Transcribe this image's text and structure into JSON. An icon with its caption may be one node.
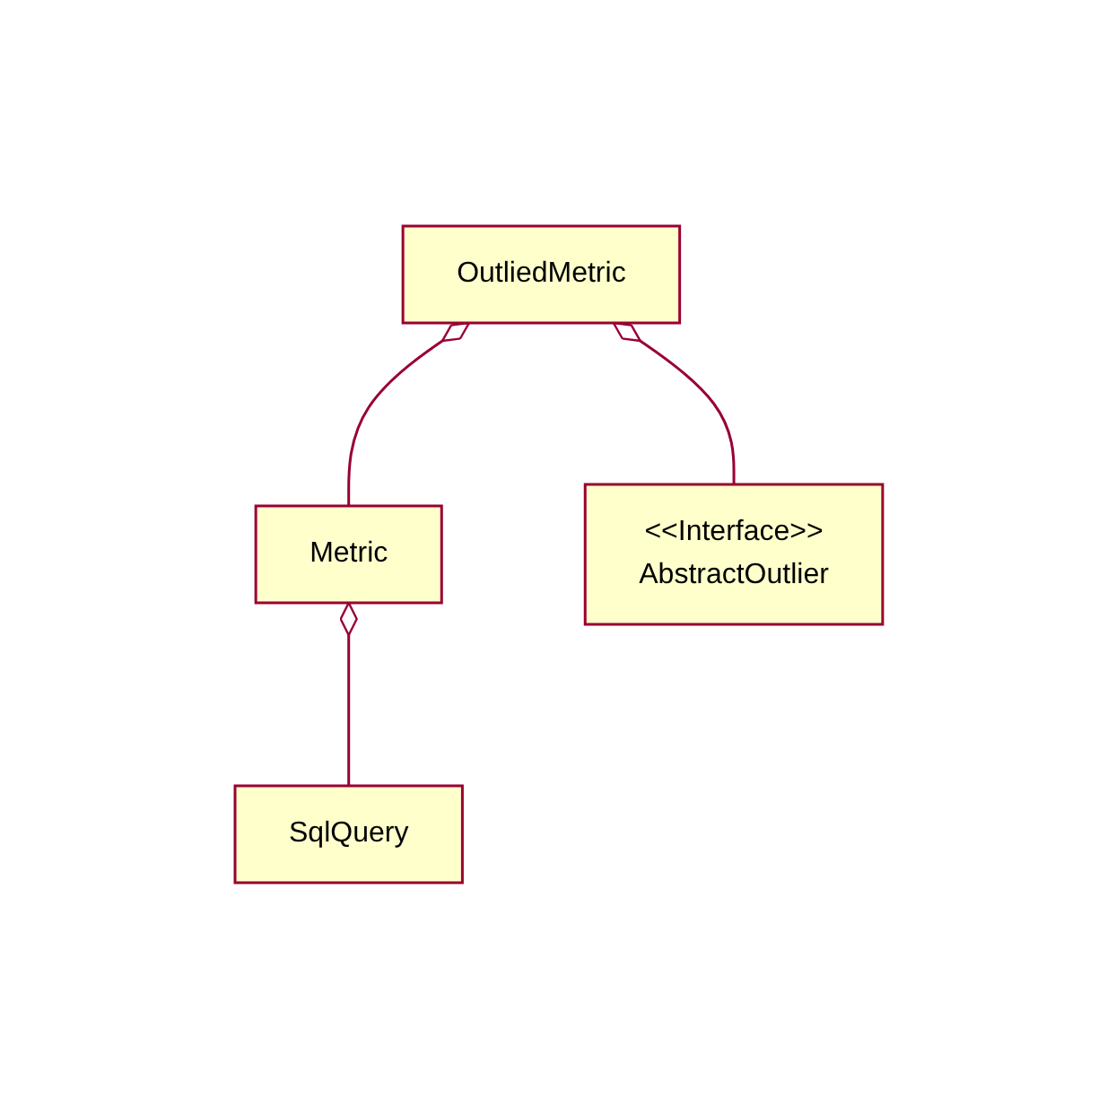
{
  "diagram": {
    "nodes": [
      {
        "text": [
          "OutliedMetric"
        ]
      },
      {
        "text": [
          "Metric"
        ]
      },
      {
        "text": [
          "<<Interface>>",
          "AbstractOutlier"
        ]
      },
      {
        "text": [
          "SqlQuery"
        ]
      }
    ],
    "edges": [
      {
        "from": 0,
        "to": 1,
        "arrow": "other"
      },
      {
        "from": 0,
        "to": 2,
        "arrow": "other"
      },
      {
        "from": 1,
        "to": 3,
        "arrow": "other"
      }
    ]
  }
}
